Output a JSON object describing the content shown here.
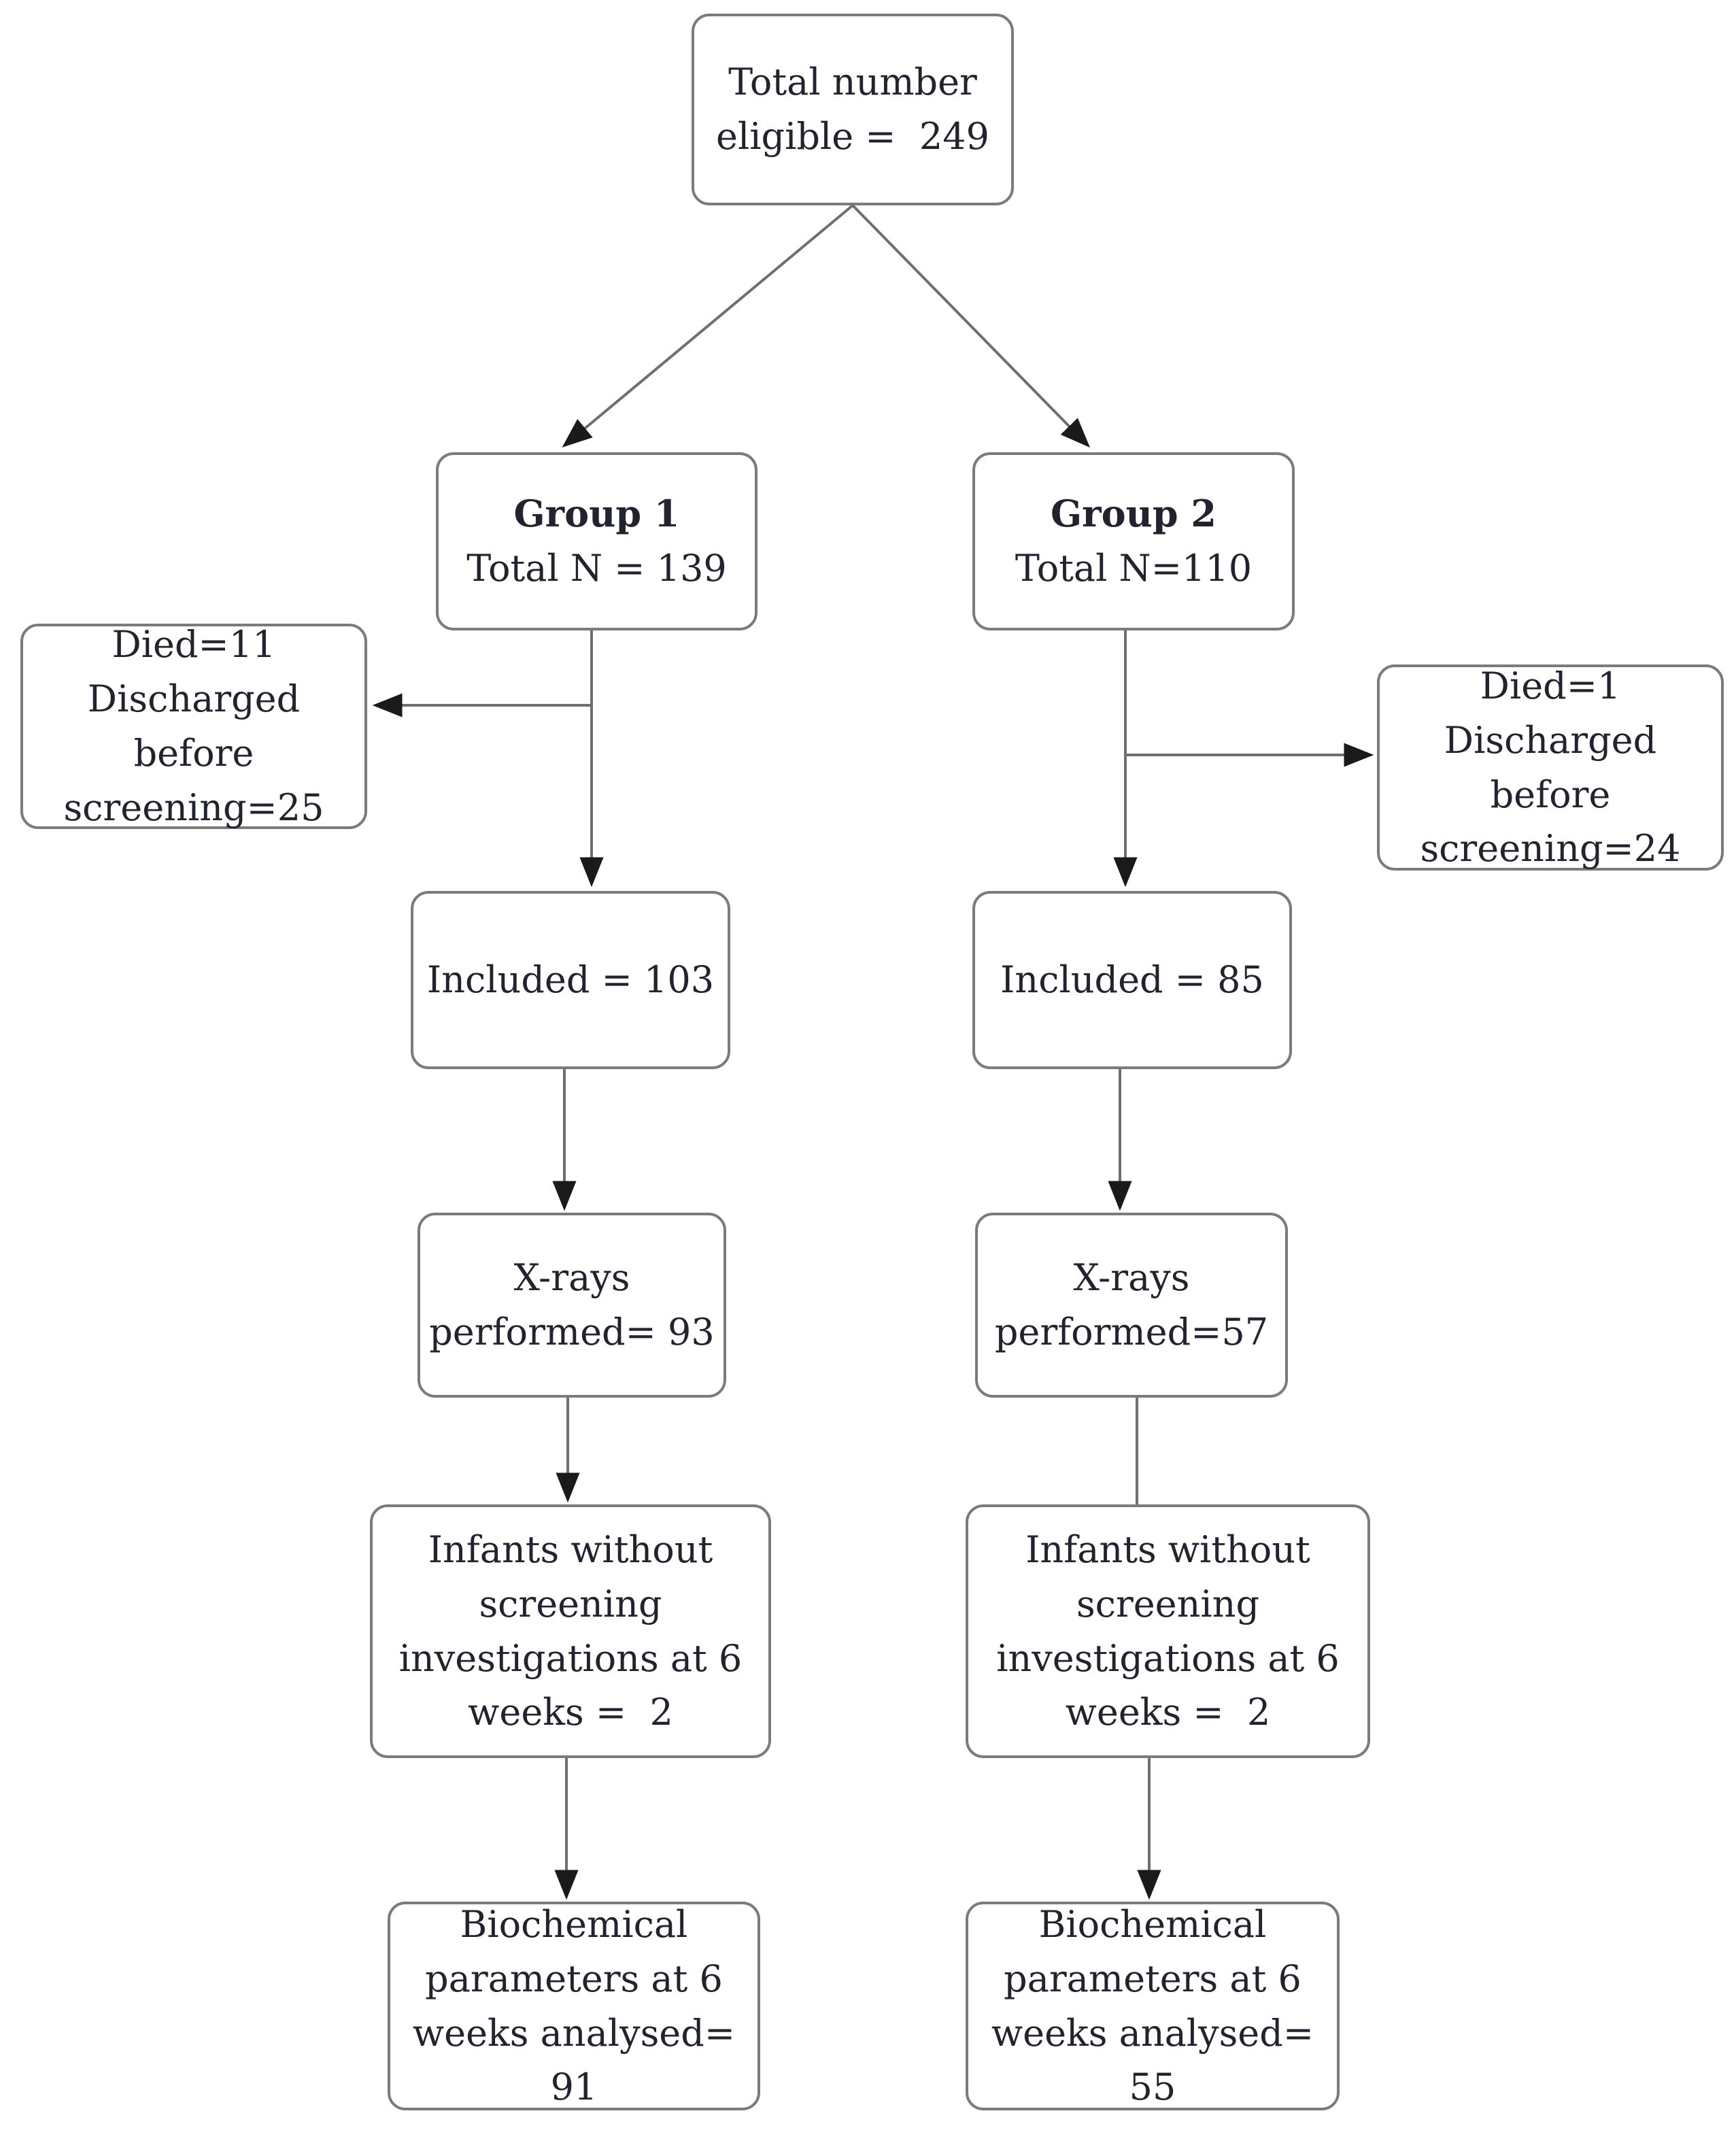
{
  "diagram": {
    "type": "study-flowchart",
    "colors": {
      "background": "#ffffff",
      "box_border": "#7b7b7b",
      "text": "#21232e",
      "line": "#6f6f6f",
      "arrowhead": "#1a1a1a"
    },
    "nodes": {
      "total": {
        "text": "Total number\neligible =  249"
      },
      "group1": {
        "title": "Group 1",
        "subtitle": "Total N = 139"
      },
      "group2": {
        "title": "Group 2",
        "subtitle": "Total N=110"
      },
      "excluded1": {
        "text": "Died=11\nDischarged before\nscreening=25"
      },
      "excluded2": {
        "text": "Died=1\nDischarged before\nscreening=24"
      },
      "included1": {
        "text": "Included = 103"
      },
      "included2": {
        "text": "Included = 85"
      },
      "xrays1": {
        "text": "X-rays\nperformed= 93"
      },
      "xrays2": {
        "text": "X-rays\nperformed=57"
      },
      "infants1": {
        "text": "Infants without\nscreening\ninvestigations at 6\nweeks =  2"
      },
      "infants2": {
        "text": "Infants without\nscreening\ninvestigations at 6\nweeks =  2"
      },
      "bio1": {
        "text": "Biochemical\nparameters at 6\nweeks analysed= 91"
      },
      "bio2": {
        "text": "Biochemical\nparameters at 6\nweeks analysed= 55"
      }
    },
    "edges": [
      {
        "from": "total",
        "to": "group1",
        "arrow": true
      },
      {
        "from": "total",
        "to": "group2",
        "arrow": true
      },
      {
        "from": "group1",
        "to": "excluded1",
        "arrow": true
      },
      {
        "from": "group1",
        "to": "included1",
        "arrow": true
      },
      {
        "from": "group2",
        "to": "excluded2",
        "arrow": true
      },
      {
        "from": "group2",
        "to": "included2",
        "arrow": true
      },
      {
        "from": "included1",
        "to": "xrays1",
        "arrow": true
      },
      {
        "from": "included2",
        "to": "xrays2",
        "arrow": true
      },
      {
        "from": "xrays1",
        "to": "infants1",
        "arrow": true
      },
      {
        "from": "xrays2",
        "to": "infants2",
        "arrow": false
      },
      {
        "from": "infants1",
        "to": "bio1",
        "arrow": true
      },
      {
        "from": "infants2",
        "to": "bio2",
        "arrow": true
      }
    ]
  }
}
